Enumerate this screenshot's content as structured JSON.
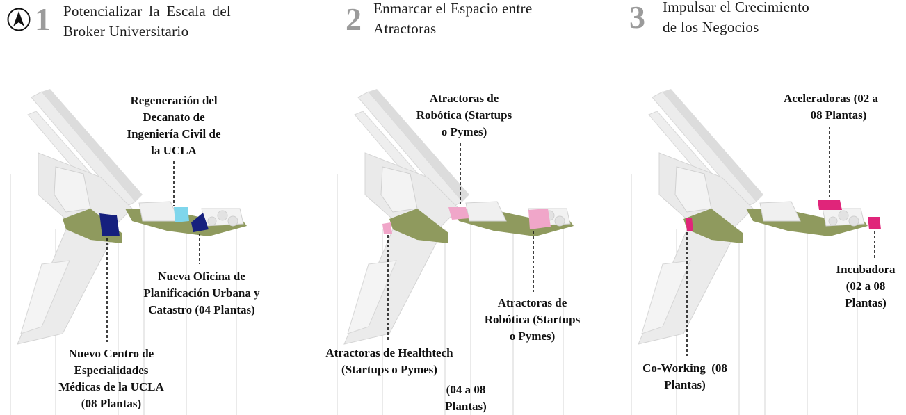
{
  "phases": [
    {
      "number": "1",
      "title_lines": [
        "Potencializar la Escala del",
        "Broker Universitario"
      ]
    },
    {
      "number": "2",
      "title_lines": [
        "Enmarcar el Espacio entre",
        "Atractoras"
      ]
    },
    {
      "number": "3",
      "title_lines": [
        "Impulsar el Crecimiento",
        "de los Negocios"
      ]
    }
  ],
  "panel1": {
    "label_top": [
      "Regeneración del",
      "Decanato de",
      "Ingeniería Civil de",
      "la UCLA"
    ],
    "label_right": [
      "Nueva Oficina de",
      "Planificación Urbana y",
      "Catastro (04 Plantas)"
    ],
    "label_bottom": [
      "Nuevo Centro de",
      "Especialidades",
      "Médicas de la UCLA",
      "(08 Plantas)"
    ]
  },
  "panel2": {
    "label_top": [
      "Atractoras de",
      "Robótica (Startups",
      "o Pymes)"
    ],
    "label_right": [
      "Atractoras de",
      "Robótica (Startups",
      "o Pymes)"
    ],
    "label_bottom_left": [
      "Atractoras de Healthtech",
      "(Startups o Pymes)"
    ],
    "label_bottom_right": [
      "(04 a 08",
      "Plantas)"
    ]
  },
  "panel3": {
    "label_top": [
      "Aceleradoras (02 a",
      "08 Plantas)"
    ],
    "label_right": [
      "Incubadora",
      "(02 a 08",
      "Plantas)"
    ],
    "label_bottom": [
      "Co-Working  (08",
      "Plantas)"
    ]
  },
  "colors": {
    "phase_number": "#9b9b9b",
    "building_gray": "#e6e6e6",
    "ground_green": "#8f9a5e",
    "dark_blue": "#16207e",
    "light_blue": "#7fd6ec",
    "pink_light": "#f0a6c9",
    "magenta": "#e0257a"
  }
}
